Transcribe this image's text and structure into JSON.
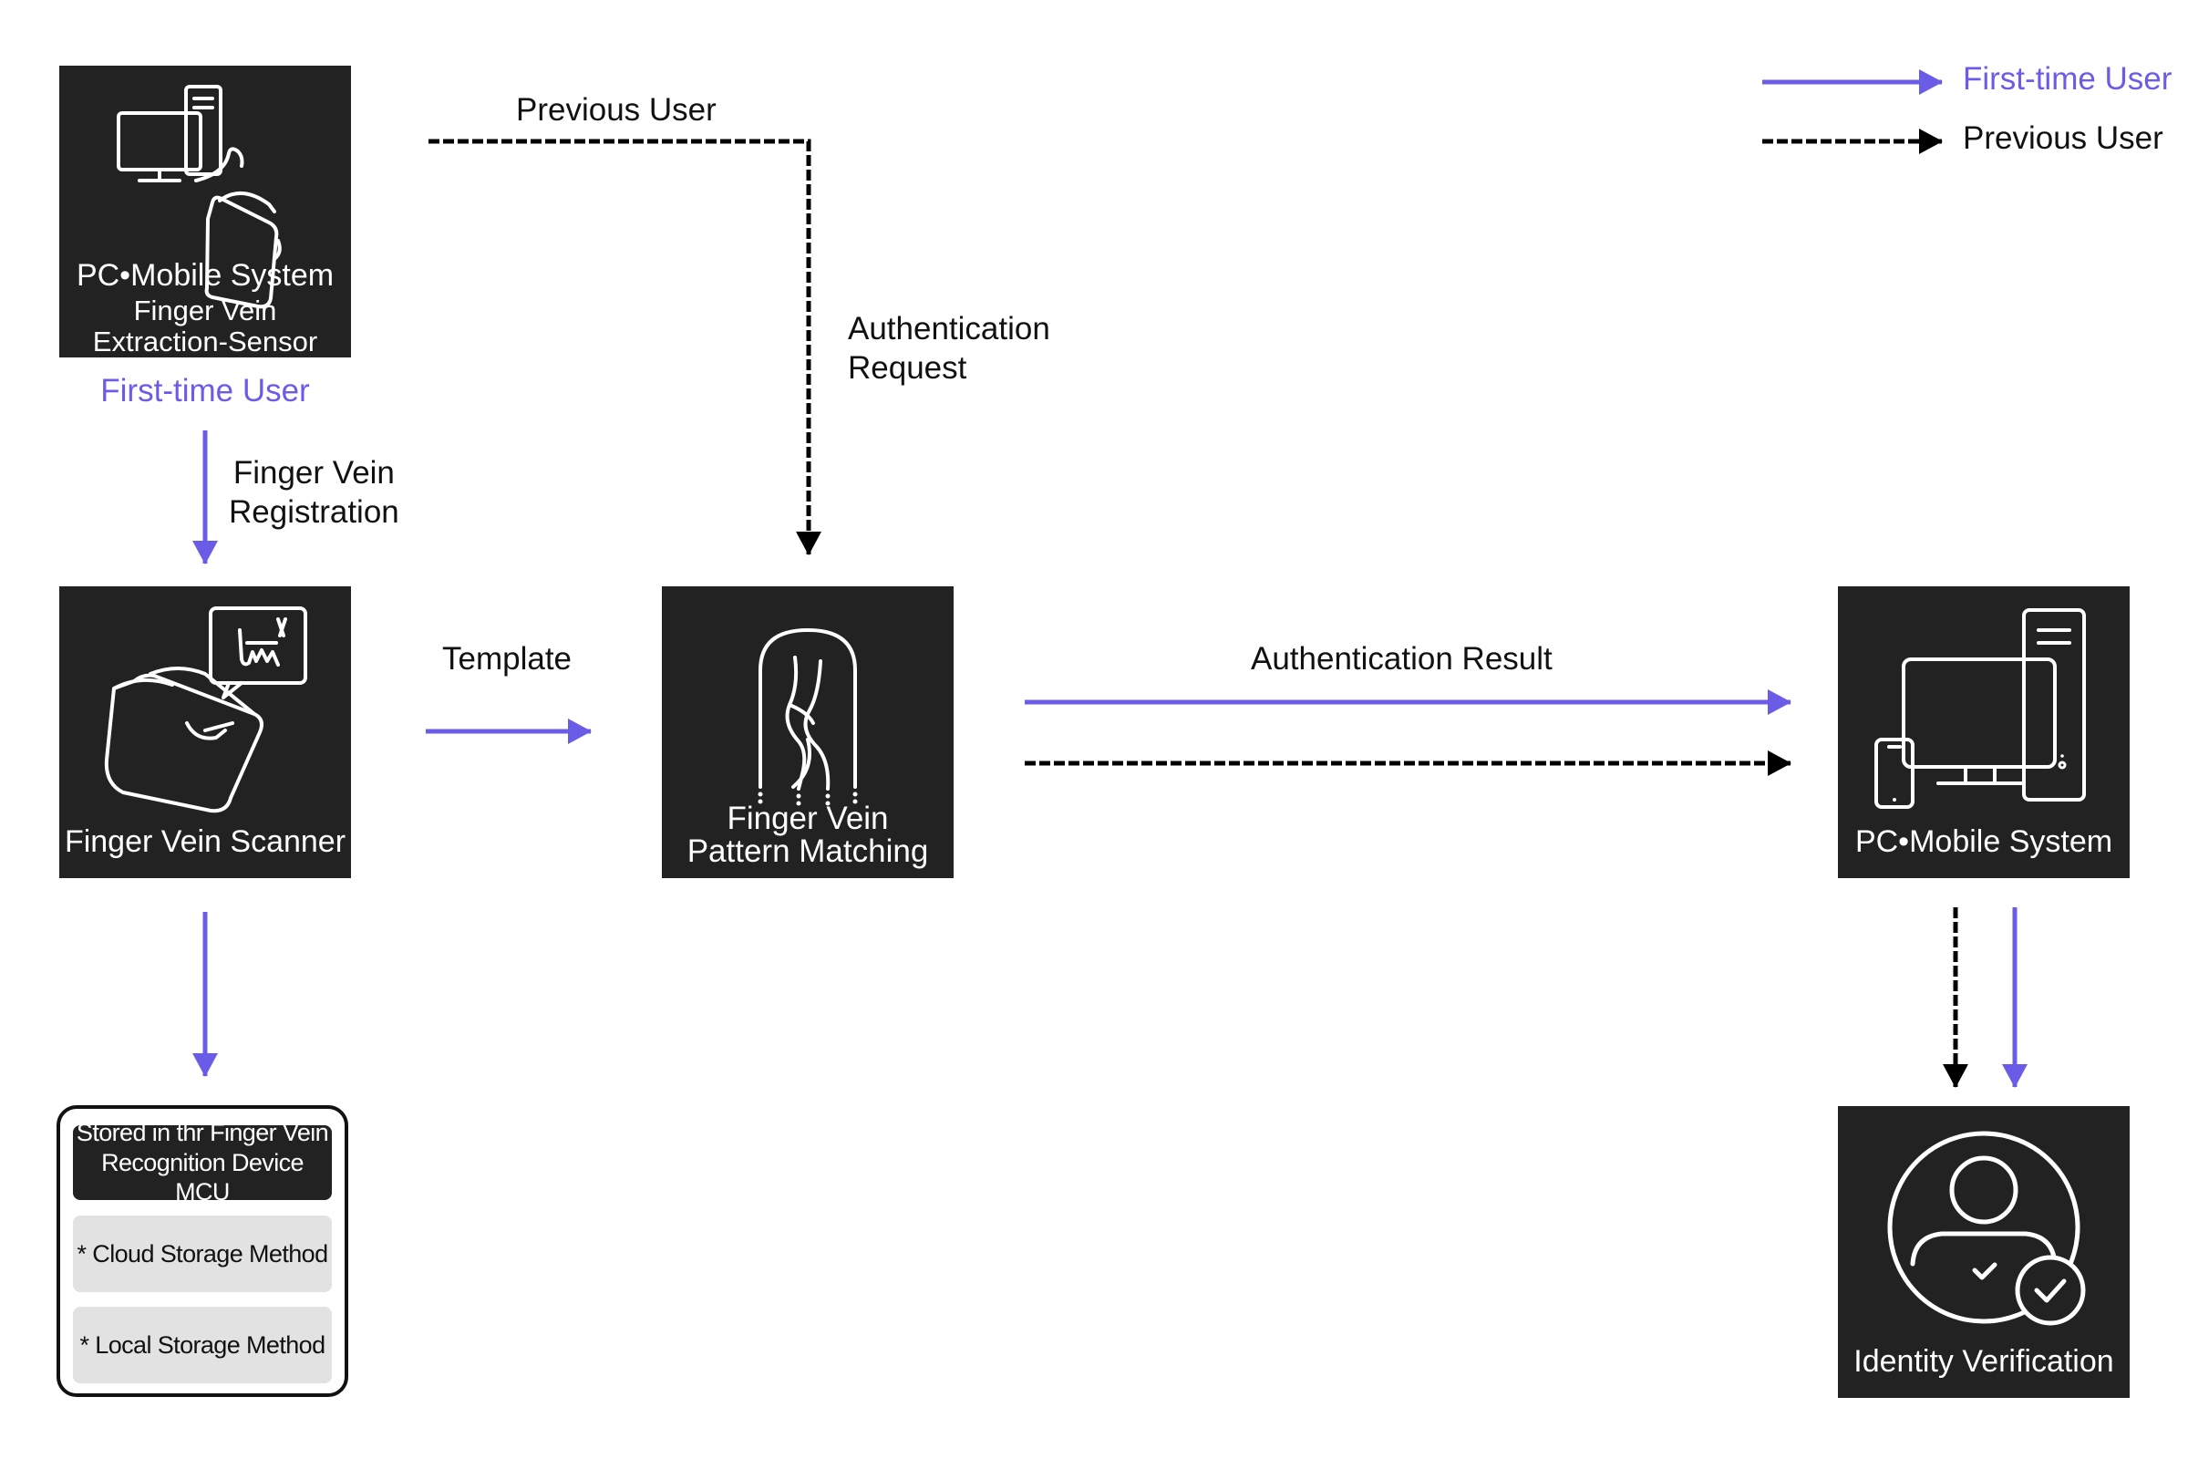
{
  "colors": {
    "first_time": "#6b5ce7",
    "previous": "#000000",
    "node_bg": "#222222",
    "storage_item_bg": "#e2e2e2"
  },
  "legend": {
    "first_time_label": "First-time User",
    "previous_label": "Previous User"
  },
  "nodes": {
    "system_sensor": {
      "line1": "PC•Mobile System",
      "line2": "Finger Vein",
      "line3": "Extraction-Sensor",
      "icon": "pc-and-scanner-icon"
    },
    "scanner": {
      "label": "Finger Vein Scanner",
      "icon": "finger-scanner-icon"
    },
    "matching": {
      "line1": "Finger Vein",
      "line2": "Pattern Matching",
      "icon": "finger-vein-arch-icon"
    },
    "system": {
      "label": "PC•Mobile System",
      "icon": "pc-phone-tower-icon"
    },
    "identity": {
      "label": "Identity Verification",
      "icon": "user-verified-icon"
    }
  },
  "labels": {
    "first_time_user": "First-time User",
    "previous_user": "Previous User",
    "registration_line1": "Finger Vein",
    "registration_line2": "Registration",
    "auth_request_line1": "Authentication",
    "auth_request_line2": "Request",
    "template": "Template",
    "auth_result": "Authentication Result"
  },
  "storage": {
    "head_line1": "Stored in thr Finger Vein",
    "head_line2": "Recognition Device MCU",
    "items": [
      "* Cloud Storage Method",
      "* Local Storage Method"
    ]
  }
}
